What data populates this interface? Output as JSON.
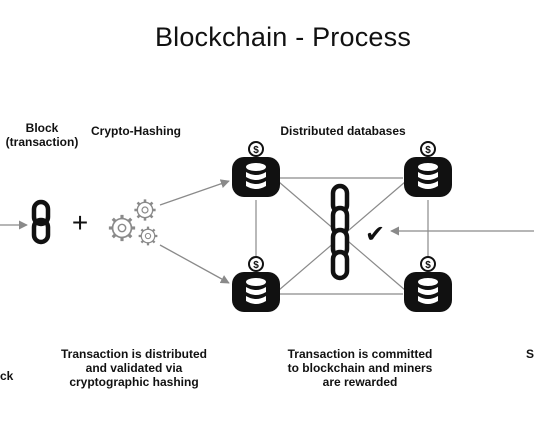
{
  "title": "Blockchain - Process",
  "labels": {
    "block": "Block\n(transaction)",
    "crypto_hashing": "Crypto-Hashing",
    "distributed_databases": "Distributed databases",
    "transaction_validated": "Transaction is distributed\nand validated via\ncryptographic hashing",
    "transaction_committed": "Transaction is committed\nto blockchain and miners\nare rewarded",
    "left_edge_fragment": "ck",
    "right_edge_fragment": "S"
  },
  "symbols": {
    "plus": "+",
    "coin": "$",
    "check": "✔"
  },
  "colors": {
    "ink": "#111111",
    "line": "#8a8a8a",
    "background": "#ffffff"
  },
  "icons": [
    "chain-link-icon",
    "gears-icon",
    "database-icon",
    "coin-icon",
    "checkmark-icon"
  ]
}
